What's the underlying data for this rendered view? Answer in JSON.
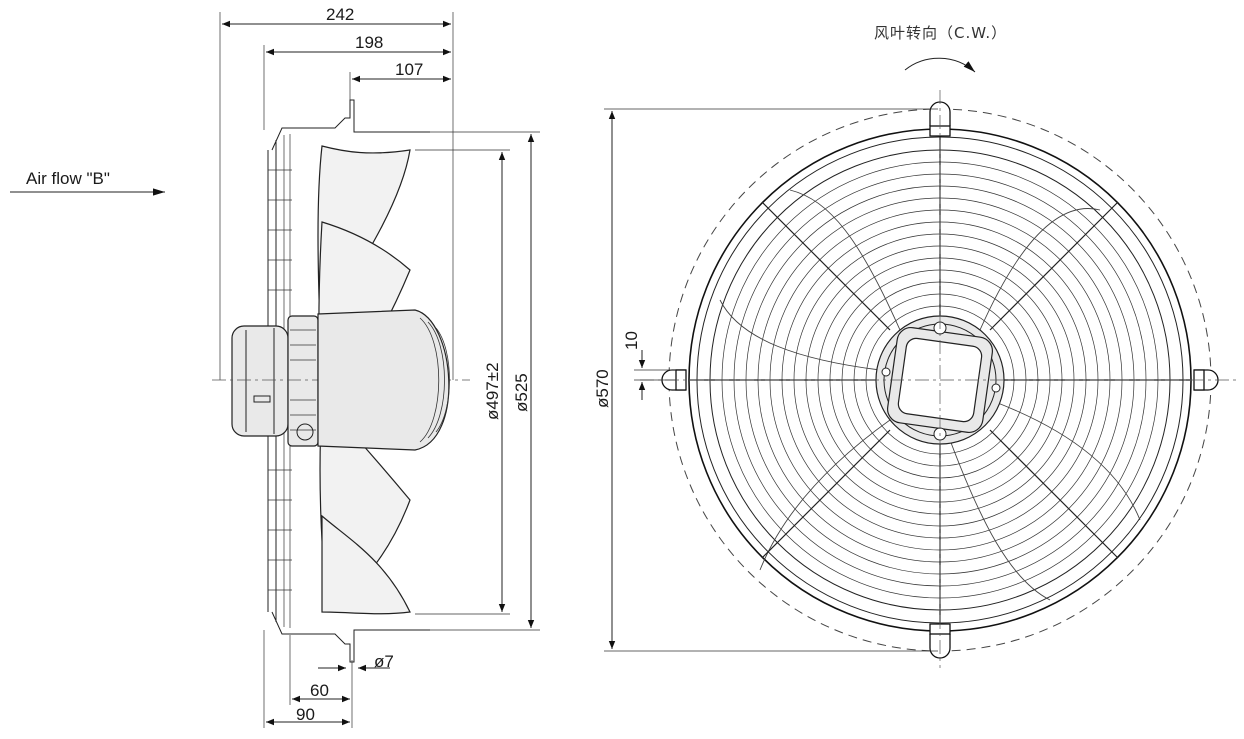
{
  "side_view": {
    "dim_overall_depth": "242",
    "dim_guard_depth": "198",
    "dim_mount_to_front": "107",
    "dim_blade_diameter": "ø497±2",
    "dim_venturi_diameter": "ø525",
    "dim_hole": "ø7",
    "dim_60": "60",
    "dim_90": "90",
    "airflow_label": "Air flow \"B\""
  },
  "front_view": {
    "rotation_label": "风叶转向（C.W.）",
    "dim_outer_diameter": "ø570",
    "dim_offset": "10"
  }
}
